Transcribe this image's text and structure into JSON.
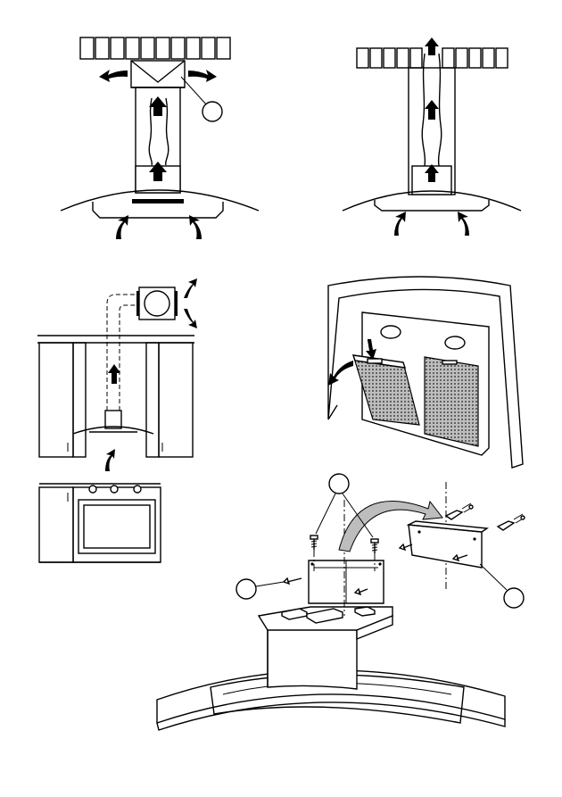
{
  "figures": [
    {
      "id": "ducted-exhaust",
      "description_key": "a"
    },
    {
      "id": "recirculation-mode",
      "description_key": "b"
    },
    {
      "id": "external-motor-installation",
      "description_key": "c"
    },
    {
      "id": "filter-removal",
      "description_key": "d"
    },
    {
      "id": "chimney-bracket-mounting",
      "description_key": "e"
    }
  ],
  "callouts": {
    "deflector": "",
    "screws_top": "",
    "screws_left": "",
    "bracket": ""
  },
  "colors": {
    "line": "#000000",
    "background": "#ffffff",
    "filter_mesh": "#9a9a9a"
  }
}
